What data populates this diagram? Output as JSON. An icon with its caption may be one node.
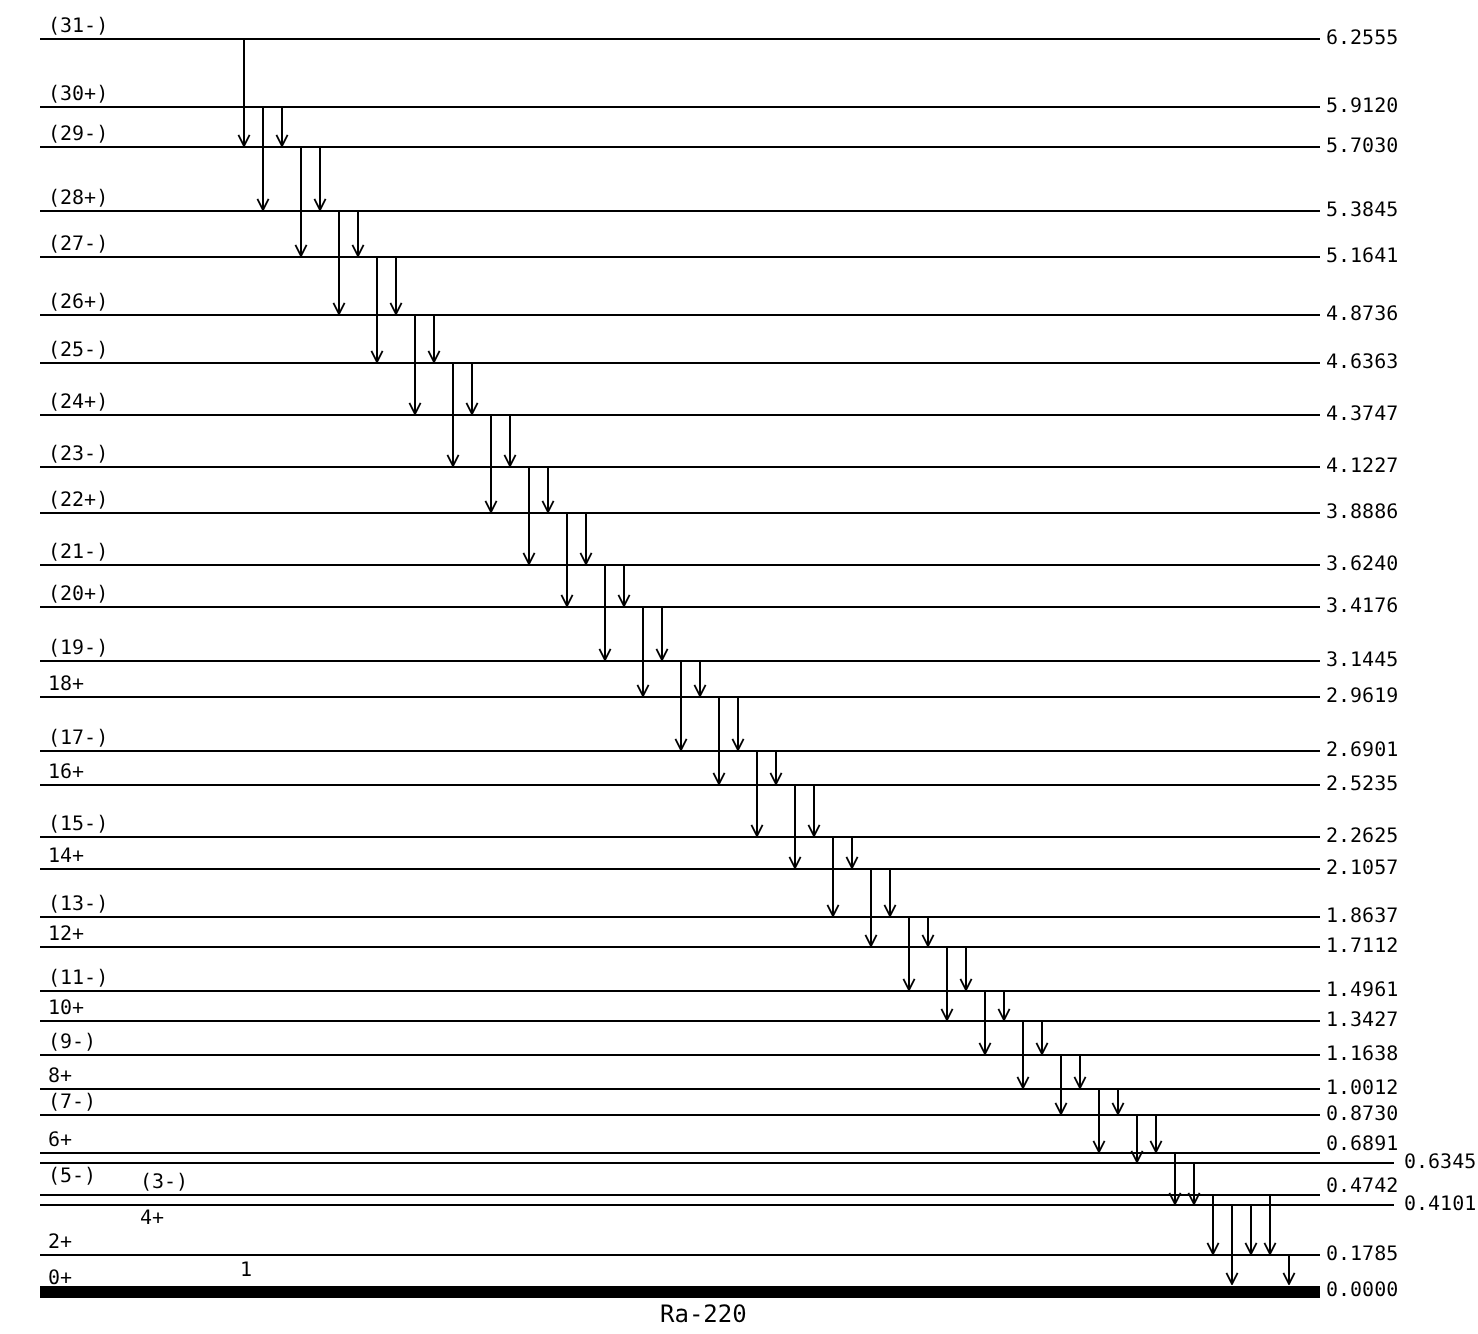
{
  "diagram": {
    "caption": "Ra-220",
    "nodes": [
      {
        "text": [
          "(31-)"
        ],
        "beside": [
          "6.2555"
        ]
      },
      {
        "text": [
          "(30+)"
        ],
        "beside": [
          "5.9120"
        ]
      },
      {
        "text": [
          "(29-)"
        ],
        "beside": [
          "5.7030"
        ]
      },
      {
        "text": [
          "(28+)"
        ],
        "beside": [
          "5.3845"
        ]
      },
      {
        "text": [
          "(27-)"
        ],
        "beside": [
          "5.1641"
        ]
      },
      {
        "text": [
          "(26+)"
        ],
        "beside": [
          "4.8736"
        ]
      },
      {
        "text": [
          "(25-)"
        ],
        "beside": [
          "4.6363"
        ]
      },
      {
        "text": [
          "(24+)"
        ],
        "beside": [
          "4.3747"
        ]
      },
      {
        "text": [
          "(23-)"
        ],
        "beside": [
          "4.1227"
        ]
      },
      {
        "text": [
          "(22+)"
        ],
        "beside": [
          "3.8886"
        ]
      },
      {
        "text": [
          "(21-)"
        ],
        "beside": [
          "3.6240"
        ]
      },
      {
        "text": [
          "(20+)"
        ],
        "beside": [
          "3.4176"
        ]
      },
      {
        "text": [
          "(19-)"
        ],
        "beside": [
          "3.1445"
        ]
      },
      {
        "text": [
          "18+"
        ],
        "beside": [
          "2.9619"
        ]
      },
      {
        "text": [
          "(17-)"
        ],
        "beside": [
          "2.6901"
        ]
      },
      {
        "text": [
          "16+"
        ],
        "beside": [
          "2.5235"
        ]
      },
      {
        "text": [
          "(15-)"
        ],
        "beside": [
          "2.2625"
        ]
      },
      {
        "text": [
          "14+"
        ],
        "beside": [
          "2.1057"
        ]
      },
      {
        "text": [
          "(13-)"
        ],
        "beside": [
          "1.8637"
        ]
      },
      {
        "text": [
          "12+"
        ],
        "beside": [
          "1.7112"
        ]
      },
      {
        "text": [
          "(11-)"
        ],
        "beside": [
          "1.4961"
        ]
      },
      {
        "text": [
          "10+"
        ],
        "beside": [
          "1.3427"
        ]
      },
      {
        "text": [
          "(9-)"
        ],
        "beside": [
          "1.1638"
        ]
      },
      {
        "text": [
          "8+"
        ],
        "beside": [
          "1.0012"
        ]
      },
      {
        "text": [
          "(7-)"
        ],
        "beside": [
          "0.8730"
        ]
      },
      {
        "text": [
          "6+"
        ],
        "beside": [
          "0.6891"
        ]
      },
      {
        "text": [
          "(5-)"
        ],
        "beside": [
          "0.6345"
        ]
      },
      {
        "text": [
          "(3-)"
        ],
        "beside": [
          "0.4742"
        ]
      },
      {
        "text": [
          "4+"
        ],
        "beside": [
          "0.4101"
        ]
      },
      {
        "text": [
          "2+"
        ],
        "beside": [
          "0.1785"
        ]
      },
      {
        "text": [
          "0+"
        ],
        "beside": [
          "0.0000"
        ]
      }
    ],
    "edges": [
      {
        "from": 0,
        "to": 2,
        "arrow": "to"
      },
      {
        "from": 1,
        "to": 3,
        "arrow": "to"
      },
      {
        "from": 1,
        "to": 2,
        "arrow": "to"
      },
      {
        "from": 2,
        "to": 4,
        "arrow": "to"
      },
      {
        "from": 2,
        "to": 3,
        "arrow": "to"
      },
      {
        "from": 3,
        "to": 5,
        "arrow": "to"
      },
      {
        "from": 3,
        "to": 4,
        "arrow": "to"
      },
      {
        "from": 4,
        "to": 6,
        "arrow": "to"
      },
      {
        "from": 4,
        "to": 5,
        "arrow": "to"
      },
      {
        "from": 5,
        "to": 7,
        "arrow": "to"
      },
      {
        "from": 5,
        "to": 6,
        "arrow": "to"
      },
      {
        "from": 6,
        "to": 8,
        "arrow": "to"
      },
      {
        "from": 6,
        "to": 7,
        "arrow": "to"
      },
      {
        "from": 7,
        "to": 9,
        "arrow": "to"
      },
      {
        "from": 7,
        "to": 8,
        "arrow": "to"
      },
      {
        "from": 8,
        "to": 10,
        "arrow": "to"
      },
      {
        "from": 8,
        "to": 9,
        "arrow": "to"
      },
      {
        "from": 9,
        "to": 11,
        "arrow": "to"
      },
      {
        "from": 9,
        "to": 10,
        "arrow": "to"
      },
      {
        "from": 10,
        "to": 12,
        "arrow": "to"
      },
      {
        "from": 10,
        "to": 11,
        "arrow": "to"
      },
      {
        "from": 11,
        "to": 13,
        "arrow": "to"
      },
      {
        "from": 11,
        "to": 12,
        "arrow": "to"
      },
      {
        "from": 12,
        "to": 14,
        "arrow": "to"
      },
      {
        "from": 12,
        "to": 13,
        "arrow": "to"
      },
      {
        "from": 13,
        "to": 15,
        "arrow": "to"
      },
      {
        "from": 13,
        "to": 14,
        "arrow": "to"
      },
      {
        "from": 14,
        "to": 16,
        "arrow": "to"
      },
      {
        "from": 14,
        "to": 15,
        "arrow": "to"
      },
      {
        "from": 15,
        "to": 17,
        "arrow": "to"
      },
      {
        "from": 15,
        "to": 16,
        "arrow": "to"
      },
      {
        "from": 16,
        "to": 18,
        "arrow": "to"
      },
      {
        "from": 16,
        "to": 17,
        "arrow": "to"
      },
      {
        "from": 17,
        "to": 19,
        "arrow": "to"
      },
      {
        "from": 17,
        "to": 18,
        "arrow": "to"
      },
      {
        "from": 18,
        "to": 20,
        "arrow": "to"
      },
      {
        "from": 18,
        "to": 19,
        "arrow": "to"
      },
      {
        "from": 19,
        "to": 21,
        "arrow": "to"
      },
      {
        "from": 19,
        "to": 20,
        "arrow": "to"
      },
      {
        "from": 20,
        "to": 22,
        "arrow": "to"
      },
      {
        "from": 20,
        "to": 21,
        "arrow": "to"
      },
      {
        "from": 21,
        "to": 23,
        "arrow": "to"
      },
      {
        "from": 21,
        "to": 22,
        "arrow": "to"
      },
      {
        "from": 22,
        "to": 24,
        "arrow": "to"
      },
      {
        "from": 22,
        "to": 23,
        "arrow": "to"
      },
      {
        "from": 23,
        "to": 25,
        "arrow": "to"
      },
      {
        "from": 23,
        "to": 24,
        "arrow": "to"
      },
      {
        "from": 24,
        "to": 26,
        "arrow": "to"
      },
      {
        "from": 24,
        "to": 25,
        "arrow": "to"
      },
      {
        "from": 25,
        "to": 28,
        "arrow": "to"
      },
      {
        "from": 26,
        "to": 28,
        "arrow": "to"
      },
      {
        "from": 27,
        "to": 29,
        "arrow": "to"
      },
      {
        "from": 28,
        "to": 30,
        "arrow": "to"
      },
      {
        "from": 28,
        "to": 29,
        "arrow": "to"
      },
      {
        "from": 27,
        "to": 29,
        "arrow": "to"
      },
      {
        "from": 29,
        "to": 30,
        "arrow": "to"
      }
    ],
    "labels": [
      "1"
    ]
  }
}
